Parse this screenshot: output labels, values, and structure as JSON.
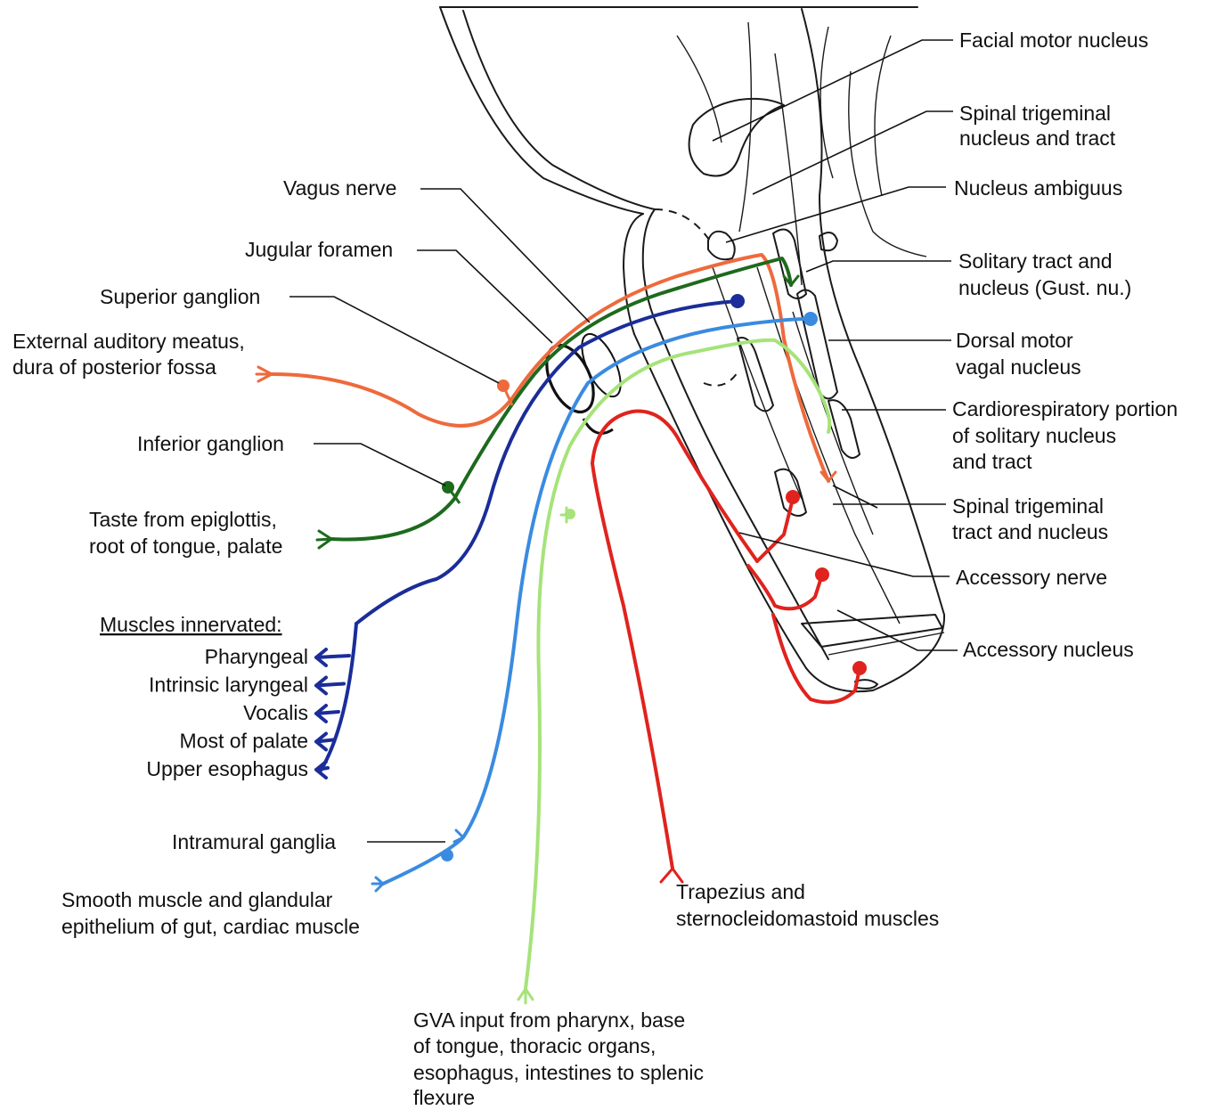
{
  "colors": {
    "orange": "#ee6a3c",
    "dark_green": "#1d6a1d",
    "dark_blue": "#1a2d99",
    "light_blue": "#3a8be0",
    "light_green": "#a6e37a",
    "red": "#e0231e",
    "outline": "#1a1a1a"
  },
  "labels": {
    "facial_motor_nucleus": "Facial motor nucleus",
    "spinal_trigeminal_top_1": "Spinal trigeminal",
    "spinal_trigeminal_top_2": "nucleus and tract",
    "nucleus_ambiguus": "Nucleus ambiguus",
    "solitary_1": "Solitary tract and",
    "solitary_2": "nucleus (Gust. nu.)",
    "dorsal_motor_1": "Dorsal motor",
    "dorsal_motor_2": "vagal nucleus",
    "cardio_1": "Cardiorespiratory portion",
    "cardio_2": "of solitary nucleus",
    "cardio_3": "and tract",
    "spinal_trigeminal_bottom_1": "Spinal trigeminal",
    "spinal_trigeminal_bottom_2": "tract and nucleus",
    "accessory_nerve": "Accessory nerve",
    "accessory_nucleus": "Accessory nucleus",
    "vagus_nerve": "Vagus nerve",
    "jugular_foramen": "Jugular foramen",
    "superior_ganglion": "Superior ganglion",
    "ext_auditory_1": "External auditory meatus,",
    "ext_auditory_2": "dura of posterior fossa",
    "inferior_ganglion": "Inferior ganglion",
    "taste_1": "Taste from epiglottis,",
    "taste_2": "root of tongue, palate",
    "muscles_heading": "Muscles innervated:",
    "intramural_ganglia": "Intramural ganglia",
    "smooth_1": "Smooth muscle and glandular",
    "smooth_2": "epithelium of gut, cardiac muscle",
    "trapezius_1": "Trapezius and",
    "trapezius_2": "sternocleidomastoid muscles",
    "gva_1": "GVA input from pharynx, base",
    "gva_2": "of tongue, thoracic organs,",
    "gva_3": "esophagus, intestines to splenic",
    "gva_4": "flexure"
  },
  "muscles": [
    "Pharyngeal",
    "Intrinsic laryngeal",
    "Vocalis",
    "Most of palate",
    "Upper esophagus"
  ]
}
